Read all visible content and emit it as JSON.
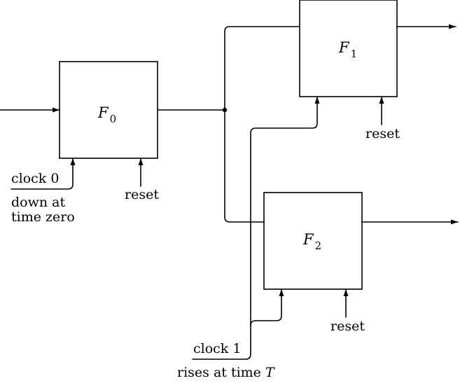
{
  "blocks": {
    "f0": {
      "letter": "F",
      "sub": "0"
    },
    "f1": {
      "letter": "F",
      "sub": "1"
    },
    "f2": {
      "letter": "F",
      "sub": "2"
    }
  },
  "reset_label": "reset",
  "clock0": {
    "label": "clock 0",
    "note_line1": "down at",
    "note_line2": "time zero"
  },
  "clock1": {
    "label": "clock 1",
    "note_text": "rises at time ",
    "note_var": "T"
  }
}
